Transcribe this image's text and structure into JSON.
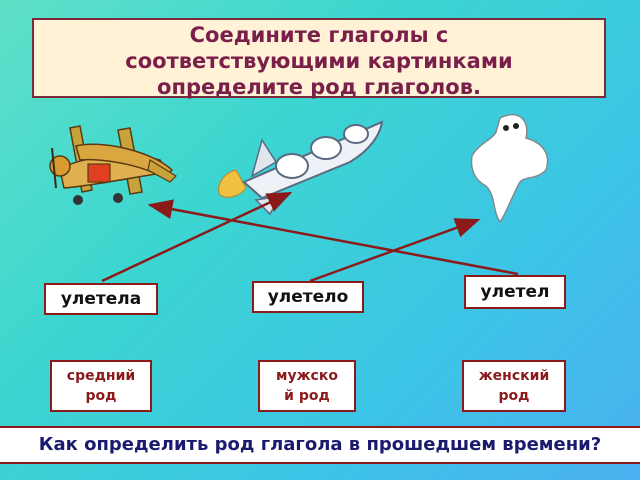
{
  "title": {
    "line1": "Соедините глаголы с",
    "line2": "соответствующими картинками",
    "line3": "определите род глаголов."
  },
  "words": {
    "w1": "улетела",
    "w2": "улетело",
    "w3": "улетел"
  },
  "genders": {
    "g1_line1": "средний",
    "g1_line2": "род",
    "g2_line1": "мужско",
    "g2_line2": "й род",
    "g3_line1": "женский",
    "g3_line2": "род"
  },
  "question": "Как определить род глагола в прошедшем времени?",
  "colors": {
    "title_text": "#7a1e4a",
    "box_border": "#8b1a1a",
    "arrow": "#8b1a1a"
  }
}
